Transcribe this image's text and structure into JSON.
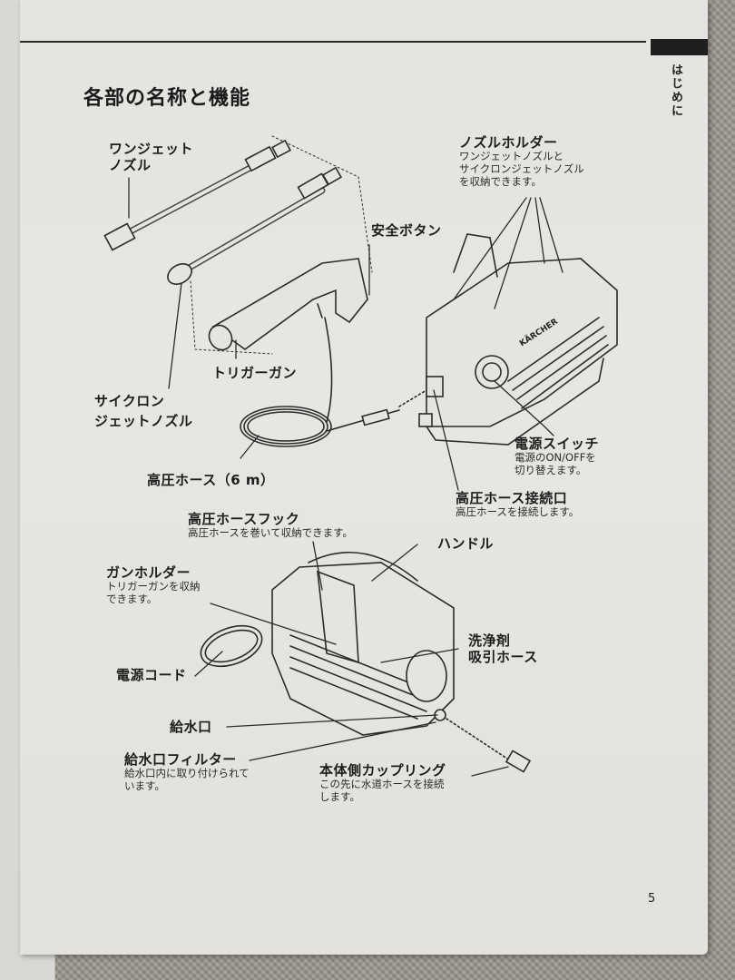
{
  "manual": {
    "chapter_tab": "はじめに",
    "page_title": "各部の名称と機能",
    "page_number": "5",
    "brand_on_unit": "KÄRCHER"
  },
  "parts": {
    "one_jet_nozzle": {
      "name": "ワンジェット\nノズル"
    },
    "nozzle_holder": {
      "name": "ノズルホルダー",
      "desc": "ワンジェットノズルと\nサイクロンジェットノズル\nを収納できます。"
    },
    "safety_button": {
      "name": "安全ボタン"
    },
    "trigger_gun": {
      "name": "トリガーガン"
    },
    "cyclone_jet_nozzle": {
      "name": "サイクロン\nジェットノズル"
    },
    "high_pressure_hose": {
      "name": "高圧ホース（6 m）"
    },
    "power_switch": {
      "name": "電源スイッチ",
      "desc": "電源のON/OFFを\n切り替えます。"
    },
    "hose_connector": {
      "name": "高圧ホース接続口",
      "desc": "高圧ホースを接続します。"
    },
    "hose_hook": {
      "name": "高圧ホースフック",
      "desc": "高圧ホースを巻いて収納できます。"
    },
    "handle": {
      "name": "ハンドル"
    },
    "gun_holder": {
      "name": "ガンホルダー",
      "desc": "トリガーガンを収納\nできます。"
    },
    "detergent_hose": {
      "name": "洗浄剤\n吸引ホース"
    },
    "power_cord": {
      "name": "電源コード"
    },
    "water_inlet": {
      "name": "給水口"
    },
    "inlet_filter": {
      "name": "給水口フィルター",
      "desc": "給水口内に取り付けられて\nいます。"
    },
    "coupling": {
      "name": "本体側カップリング",
      "desc": "この先に水道ホースを接続\nします。"
    }
  }
}
